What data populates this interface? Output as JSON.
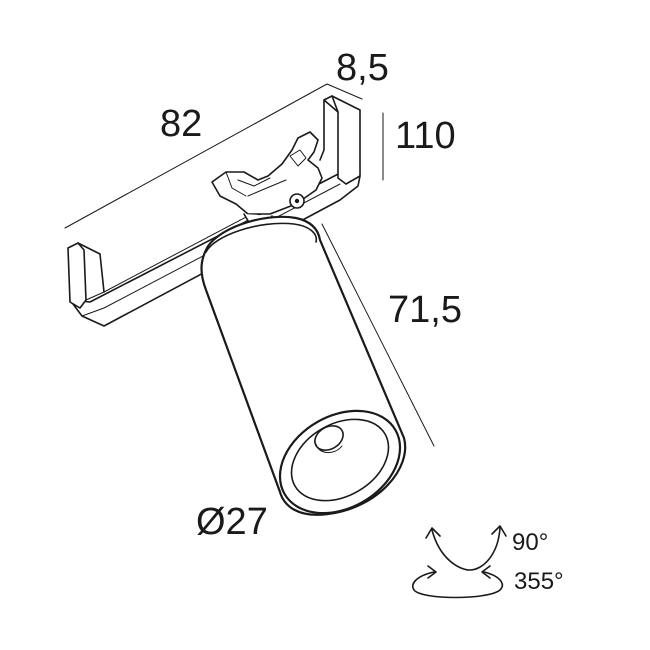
{
  "dimensions": {
    "width_label": "8,5",
    "length_label": "82",
    "height_label": "110",
    "body_length_label": "71,5",
    "diameter_label": "Ø27"
  },
  "rotation": {
    "tilt_label": "90°",
    "rotate_label": "355°"
  }
}
